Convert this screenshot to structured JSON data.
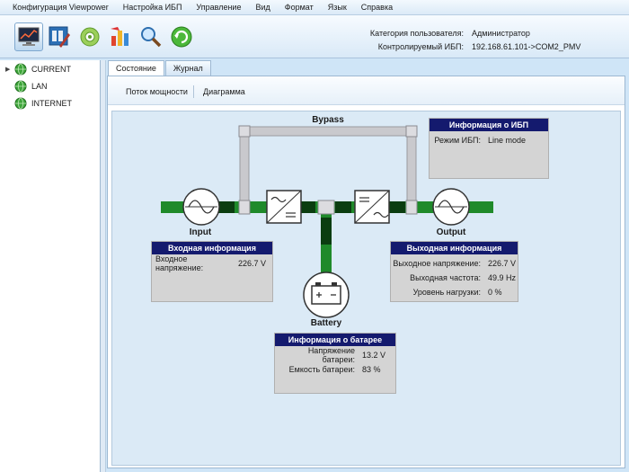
{
  "menu": [
    {
      "label": "Конфигурация Viewpower"
    },
    {
      "label": "Настройка ИБП"
    },
    {
      "label": "Управление"
    },
    {
      "label": "Вид"
    },
    {
      "label": "Формат"
    },
    {
      "label": "Язык"
    },
    {
      "label": "Справка"
    }
  ],
  "toolbar": {
    "buttons": [
      {
        "icon": "monitor-icon"
      },
      {
        "icon": "ups-config-icon"
      },
      {
        "icon": "gear-icon"
      },
      {
        "icon": "chart-icon"
      },
      {
        "icon": "search-icon"
      },
      {
        "icon": "refresh-icon"
      }
    ],
    "user_category_label": "Категория пользователя:",
    "user_category_value": "Администратор",
    "ups_label": "Контролируемый ИБП:",
    "ups_value": "192.168.61.101->COM2_PMV"
  },
  "tree": {
    "items": [
      {
        "label": "CURRENT",
        "icon": "network-globe-icon"
      },
      {
        "label": "LAN",
        "icon": "network-globe-icon"
      },
      {
        "label": "INTERNET",
        "icon": "network-globe-icon"
      }
    ]
  },
  "tabs": [
    {
      "label": "Состояние"
    },
    {
      "label": "Журнал"
    }
  ],
  "subtabs": [
    {
      "label": "Поток мощности"
    },
    {
      "label": "Диаграмма"
    }
  ],
  "diagram": {
    "bypass_label": "Bypass",
    "input_label": "Input",
    "output_label": "Output",
    "battery_label": "Battery",
    "colors": {
      "flow_active": "#1f8a2a",
      "flow_dark": "#0b3d10",
      "bypass": "#c9c9cd",
      "panel_header": "#141a6e",
      "panel_body": "#d4d4d4"
    }
  },
  "ups_info": {
    "title": "Информация о ИБП",
    "mode_label": "Режим ИБП:",
    "mode_value": "Line mode"
  },
  "input_info": {
    "title": "Входная информация",
    "voltage_label": "Входное напряжение:",
    "voltage_value": "226.7 V"
  },
  "output_info": {
    "title": "Выходная информация",
    "voltage_label": "Выходное напряжение:",
    "voltage_value": "226.7 V",
    "freq_label": "Выходная частота:",
    "freq_value": "49.9 Hz",
    "load_label": "Уровень нагрузки:",
    "load_value": "0 %"
  },
  "battery_info": {
    "title": "Информация о батарее",
    "voltage_label": "Напряжение батареи:",
    "voltage_value": "13.2 V",
    "capacity_label": "Емкость батареи:",
    "capacity_value": "83 %"
  }
}
